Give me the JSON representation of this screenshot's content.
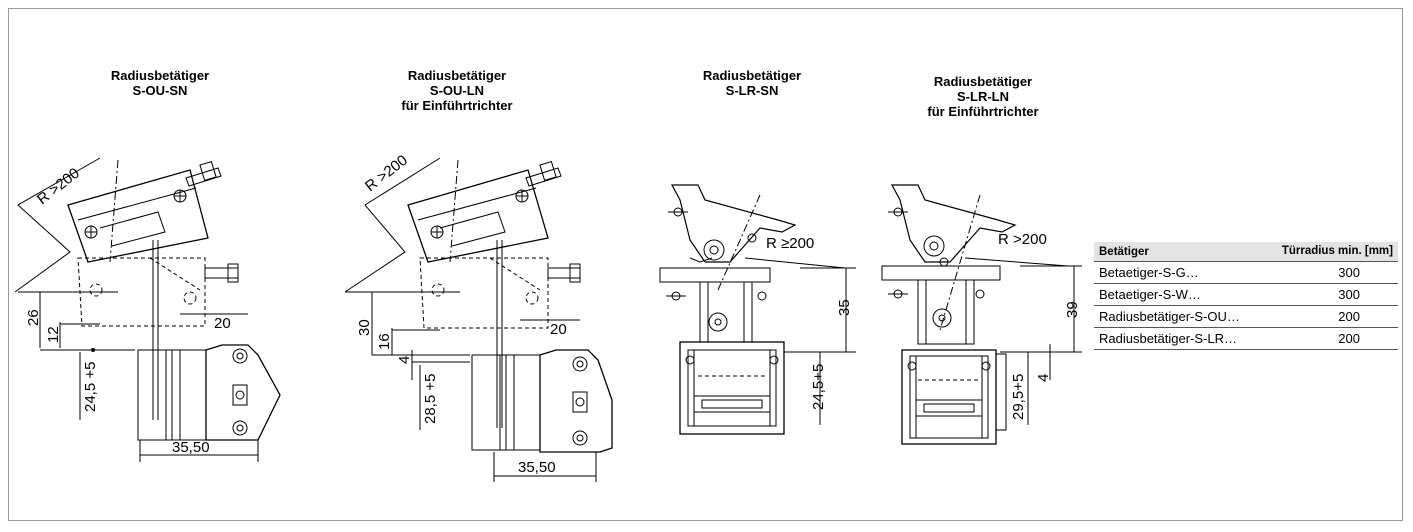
{
  "drawings": [
    {
      "title_lines": [
        "Radiusbetätiger",
        "S-OU-SN"
      ],
      "dims": {
        "radius": "R >200",
        "d1": "26",
        "d2": "12",
        "d3": "20",
        "d4": "24,5 +5",
        "d5": "35,50"
      }
    },
    {
      "title_lines": [
        "Radiusbetätiger",
        "S-OU-LN",
        "für Einführtrichter"
      ],
      "dims": {
        "radius": "R >200",
        "d1": "30",
        "d2": "16",
        "d3": "4",
        "d4": "20",
        "d5": "28,5 +5",
        "d6": "35,50"
      }
    },
    {
      "title_lines": [
        "Radiusbetätiger",
        "S-LR-SN"
      ],
      "dims": {
        "radius": "R ≥200",
        "d1": "35",
        "d2": "24,5+5"
      }
    },
    {
      "title_lines": [
        "Radiusbetätiger",
        "S-LR-LN",
        "für Einführtrichter"
      ],
      "dims": {
        "radius": "R >200",
        "d1": "39",
        "d2": "29,5+5",
        "d3": "4"
      }
    }
  ],
  "table": {
    "headers": [
      "Betätiger",
      "Türradius min. [mm]"
    ],
    "rows": [
      [
        "Betaetiger-S-G…",
        "300"
      ],
      [
        "Betaetiger-S-W…",
        "300"
      ],
      [
        "Radiusbetätiger-S-OU…",
        "200"
      ],
      [
        "Radiusbetätiger-S-LR…",
        "200"
      ]
    ]
  }
}
